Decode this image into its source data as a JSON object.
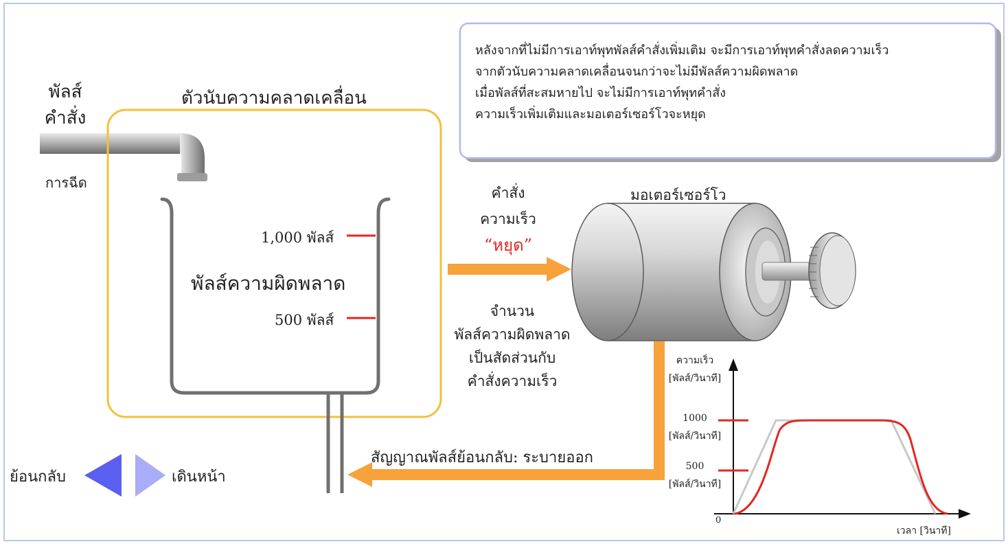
{
  "pulse_command": {
    "line1": "พัลส์",
    "line2": "คำสั่ง"
  },
  "injection_label": "การฉีด",
  "counter_title": "ตัวนับความคลาดเคลื่อน",
  "tank": {
    "mark_1000": "1,000 พัลส์",
    "mark_500": "500 พัลส์",
    "error_pulse": "พัลส์ความผิดพลาด"
  },
  "speed_command": {
    "line1": "คำสั่ง",
    "line2": "ความเร็ว",
    "stop": "“หยุด”"
  },
  "proportion_note": {
    "line1": "จำนวน",
    "line2": "พัลส์ความผิดพลาด",
    "line3": "เป็นสัดส่วนกับ",
    "line4": "คำสั่งความเร็ว"
  },
  "motor_label": "มอเตอร์เซอร์โว",
  "feedback_label": "สัญญาณพัลส์ย้อนกลับ: ระบายออก",
  "note_box": {
    "lines": [
      "หลังจากที่ไม่มีการเอาท์พุทพัลส์คำสั่งเพิ่มเติม จะมีการเอาท์พุทคำสั่งลดความเร็ว",
      "จากตัวนับความคลาดเคลื่อนจนกว่าจะไม่มีพัลส์ความผิดพลาด",
      "เมื่อพัลส์ที่สะสมหายไป จะไม่มีการเอาท์พุทคำสั่ง",
      "ความเร็วเพิ่มเติมและมอเตอร์เซอร์โวจะหยุด"
    ]
  },
  "nav": {
    "back": "ย้อนกลับ",
    "forward": "เดินหน้า"
  },
  "graph": {
    "y_label_1": "ความเร็ว",
    "y_label_2": "[พัลส์/วินาที]",
    "tick_1000": "1000",
    "tick_1000_unit": "[พัลส์/วินาที]",
    "tick_500": "500",
    "tick_500_unit": "[พัลส์/วินาที]",
    "origin": "0",
    "x_label": "เวลา [วินาที]"
  },
  "colors": {
    "frame": "#b9c6f0",
    "counter_border": "#f5c03a",
    "arrow_orange": "#f7a23a",
    "red": "#e3261f",
    "nav_back": "#5a5ff0",
    "nav_forward": "#a9acf6"
  }
}
